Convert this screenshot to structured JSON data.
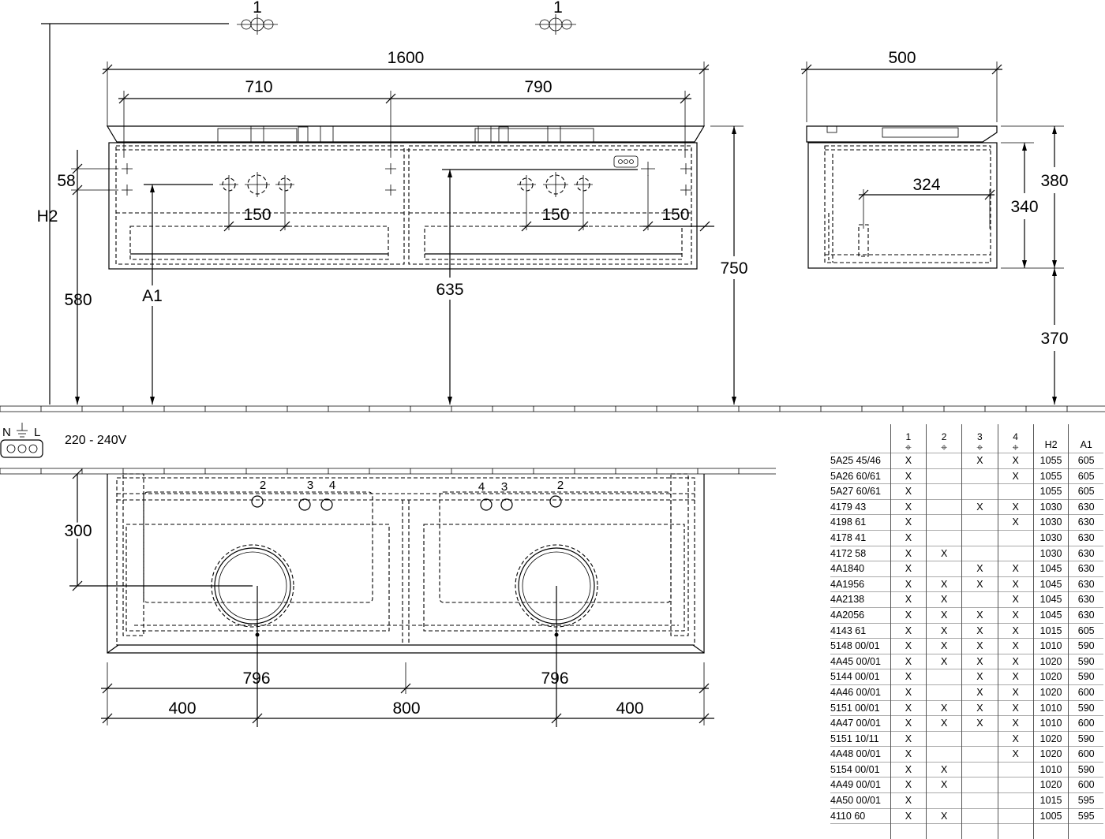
{
  "dimensions": {
    "width_total": "1600",
    "dist_left": "710",
    "dist_right": "790",
    "depth": "500",
    "height_h2": "H2",
    "d58": "58",
    "d580": "580",
    "a1": "A1",
    "d635": "635",
    "d750": "750",
    "spacing_150": "150",
    "d380": "380",
    "d340": "340",
    "d324": "324",
    "d370": "370",
    "d300": "300",
    "d796": "796",
    "d400": "400",
    "d800": "800"
  },
  "labels": {
    "ref_1": "1",
    "conn_2": "2",
    "conn_3": "3",
    "conn_4": "4"
  },
  "electrical": {
    "n": "N",
    "l": "L",
    "voltage": "220 - 240V"
  },
  "table": {
    "headers": [
      "1",
      "2",
      "3",
      "4",
      "H2",
      "A1"
    ],
    "rows": [
      [
        "5A25 45/46",
        "X",
        "",
        "X",
        "X",
        "1055",
        "605"
      ],
      [
        "5A26 60/61",
        "X",
        "",
        "",
        "X",
        "1055",
        "605"
      ],
      [
        "5A27 60/61",
        "X",
        "",
        "",
        "",
        "1055",
        "605"
      ],
      [
        "4179 43",
        "X",
        "",
        "X",
        "X",
        "1030",
        "630"
      ],
      [
        "4198 61",
        "X",
        "",
        "",
        "X",
        "1030",
        "630"
      ],
      [
        "4178 41",
        "X",
        "",
        "",
        "",
        "1030",
        "630"
      ],
      [
        "4172 58",
        "X",
        "X",
        "",
        "",
        "1030",
        "630"
      ],
      [
        "4A1840",
        "X",
        "",
        "X",
        "X",
        "1045",
        "630"
      ],
      [
        "4A1956",
        "X",
        "X",
        "X",
        "X",
        "1045",
        "630"
      ],
      [
        "4A2138",
        "X",
        "X",
        "",
        "X",
        "1045",
        "630"
      ],
      [
        "4A2056",
        "X",
        "X",
        "X",
        "X",
        "1045",
        "630"
      ],
      [
        "4143 61",
        "X",
        "X",
        "X",
        "X",
        "1015",
        "605"
      ],
      [
        "5148 00/01",
        "X",
        "X",
        "X",
        "X",
        "1010",
        "590"
      ],
      [
        "4A45 00/01",
        "X",
        "X",
        "X",
        "X",
        "1020",
        "590"
      ],
      [
        "5144 00/01",
        "X",
        "",
        "X",
        "X",
        "1020",
        "590"
      ],
      [
        "4A46 00/01",
        "X",
        "",
        "X",
        "X",
        "1020",
        "600"
      ],
      [
        "5151 00/01",
        "X",
        "X",
        "X",
        "X",
        "1010",
        "590"
      ],
      [
        "4A47 00/01",
        "X",
        "X",
        "X",
        "X",
        "1010",
        "600"
      ],
      [
        "5151 10/11",
        "X",
        "",
        "",
        "X",
        "1020",
        "590"
      ],
      [
        "4A48 00/01",
        "X",
        "",
        "",
        "X",
        "1020",
        "600"
      ],
      [
        "5154 00/01",
        "X",
        "X",
        "",
        "",
        "1010",
        "590"
      ],
      [
        "4A49 00/01",
        "X",
        "X",
        "",
        "",
        "1020",
        "600"
      ],
      [
        "4A50 00/01",
        "X",
        "",
        "",
        "",
        "1015",
        "595"
      ],
      [
        "4110 60",
        "X",
        "X",
        "",
        "",
        "1005",
        "595"
      ]
    ]
  }
}
